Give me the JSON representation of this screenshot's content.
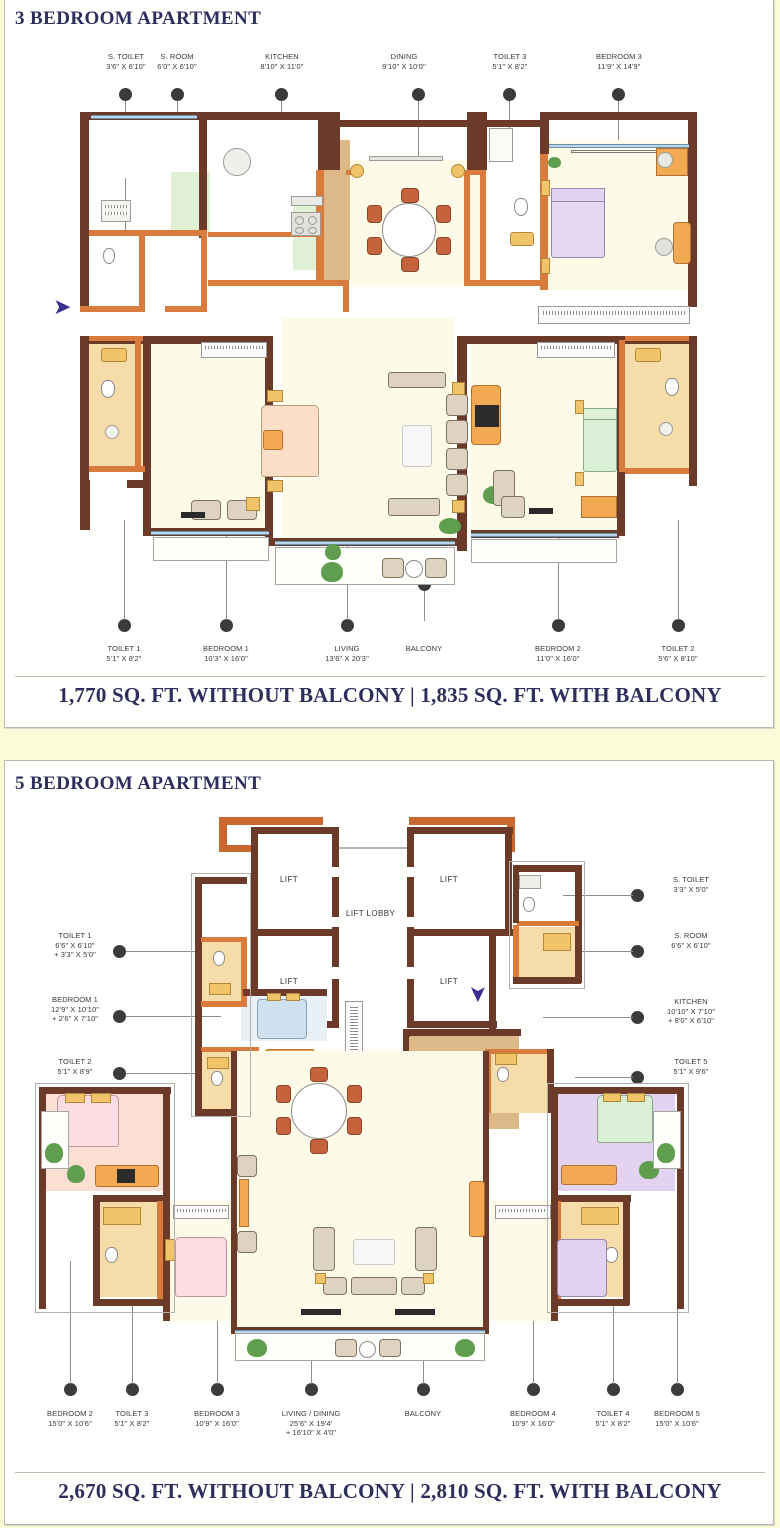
{
  "page": {
    "background_color": "#fbfbd8",
    "panel_color": "#ffffff",
    "title_color": "#2e2e5c",
    "wall_dark_color": "#6b3a28",
    "wall_orange_color": "#d97b3c",
    "entry_arrow_color": "#3b2f8f"
  },
  "plans": [
    {
      "title": "3 BEDROOM APARTMENT",
      "area_caption": "1,770 SQ. FT. WITHOUT BALCONY | 1,835 SQ. FT. WITH BALCONY",
      "area_without_balcony_sqft": "1,770",
      "area_with_balcony_sqft": "1,835",
      "top_callouts": [
        {
          "name": "S. TOILET",
          "dim": "3'6\" X 6'10\""
        },
        {
          "name": "S. ROOM",
          "dim": "6'0\" X 6'10\""
        },
        {
          "name": "KITCHEN",
          "dim": "8'10\" X 11'0\""
        },
        {
          "name": "DINING",
          "dim": "9'10\" X 10'0\""
        },
        {
          "name": "TOILET 3",
          "dim": "5'1\" X 8'2\""
        },
        {
          "name": "BEDROOM 3",
          "dim": "11'9\" X 14'9\""
        }
      ],
      "bottom_callouts": [
        {
          "name": "TOILET 1",
          "dim": "5'1\" X 8'2\""
        },
        {
          "name": "BEDROOM 1",
          "dim": "10'3\" X 16'0\""
        },
        {
          "name": "LIVING",
          "dim": "13'6\" X 20'3\""
        },
        {
          "name": "BALCONY",
          "dim": ""
        },
        {
          "name": "BEDROOM 2",
          "dim": "11'0\" X 16'0\""
        },
        {
          "name": "TOILET 2",
          "dim": "5'6\" X 8'10\""
        }
      ]
    },
    {
      "title": "5 BEDROOM APARTMENT",
      "area_caption": "2,670 SQ. FT. WITHOUT BALCONY | 2,810 SQ. FT. WITH BALCONY",
      "area_without_balcony_sqft": "2,670",
      "area_with_balcony_sqft": "2,810",
      "interior_labels": [
        "LIFT",
        "LIFT",
        "LIFT",
        "LIFT",
        "LIFT LOBBY"
      ],
      "left_callouts": [
        {
          "name": "TOILET 1",
          "dim": "6'6\" X 6'10\"",
          "dim2": "+ 3'3\"  X 5'0\""
        },
        {
          "name": "BEDROOM 1",
          "dim": "12'9\" X 10'10\"",
          "dim2": "+ 2'6\" X 7'10\""
        },
        {
          "name": "TOILET 2",
          "dim": "5'1\" X 8'9\"",
          "dim2": ""
        }
      ],
      "right_callouts": [
        {
          "name": "S. TOILET",
          "dim": "3'3\" X 5'0\"",
          "dim2": ""
        },
        {
          "name": "S. ROOM",
          "dim": "6'6\" X 6'10\"",
          "dim2": ""
        },
        {
          "name": "KITCHEN",
          "dim": "10'10\" X 7'10\"",
          "dim2": "+ 8'0\" X 6'10\""
        },
        {
          "name": "TOILET 5",
          "dim": "5'1\" X 9'6\"",
          "dim2": ""
        }
      ],
      "bottom_callouts": [
        {
          "name": "BEDROOM 2",
          "dim": "15'0\" X 10'6\"",
          "dim2": ""
        },
        {
          "name": "TOILET 3",
          "dim": "5'1\" X 8'2\"",
          "dim2": ""
        },
        {
          "name": "BEDROOM 3",
          "dim": "10'9\" X 16'0\"",
          "dim2": ""
        },
        {
          "name": "LIVING / DINING",
          "dim": "25'6\" X 19'4'",
          "dim2": "+ 16'10\" X 4'0\""
        },
        {
          "name": "BALCONY",
          "dim": "",
          "dim2": ""
        },
        {
          "name": "BEDROOM 4",
          "dim": "10'9\" X 16'0\"",
          "dim2": ""
        },
        {
          "name": "TOILET 4",
          "dim": "5'1\" X 8'2\"",
          "dim2": ""
        },
        {
          "name": "BEDROOM 5",
          "dim": "15'0\" X 10'6\"",
          "dim2": ""
        }
      ]
    }
  ]
}
